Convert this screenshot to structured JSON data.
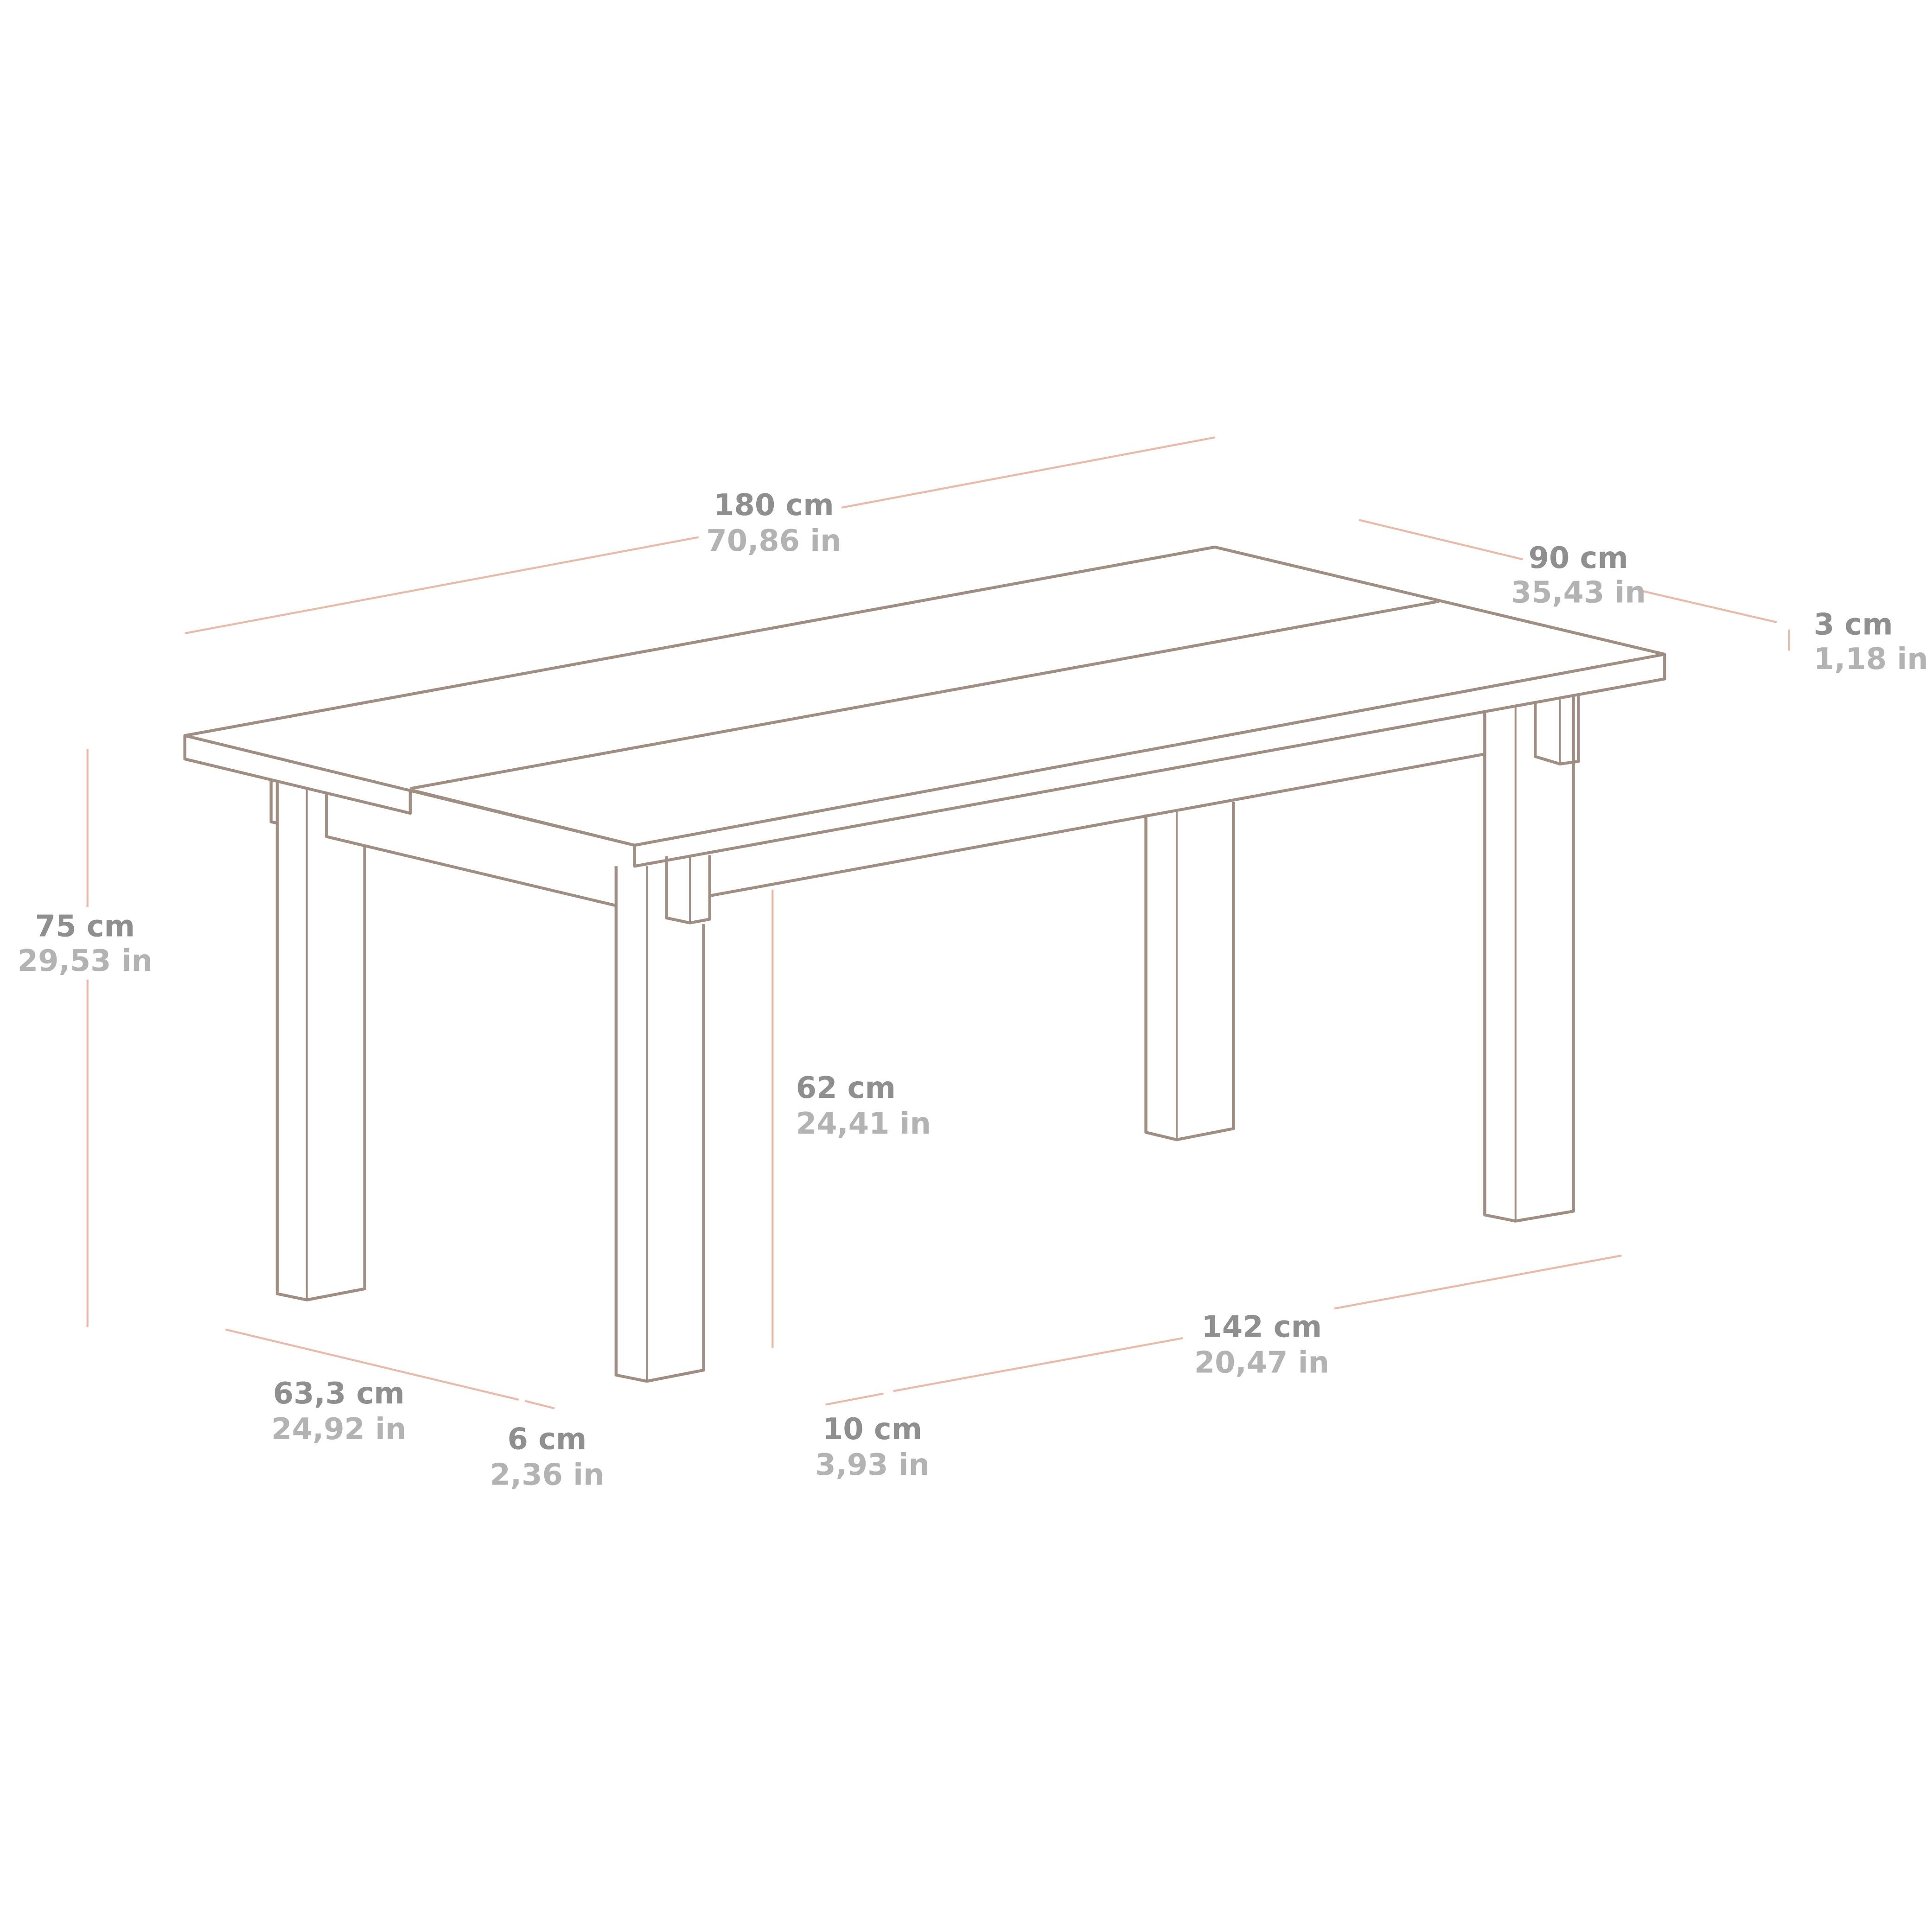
{
  "colors": {
    "outline": "#a08e82",
    "dimension_line": "#ebb9a8",
    "metric_text": "#8f8f8f",
    "imperial_text": "#b3b3b3"
  },
  "dimensions": {
    "length": {
      "cm": "180 cm",
      "in": "70,86 in"
    },
    "width": {
      "cm": "90 cm",
      "in": "35,43 in"
    },
    "top_thickness": {
      "cm": "3 cm",
      "in": "1,18 in"
    },
    "height": {
      "cm": "75 cm",
      "in": "29,53 in"
    },
    "clearance": {
      "cm": "62 cm",
      "in": "24,41 in"
    },
    "inner_width": {
      "cm": "63,3 cm",
      "in": "24,92 in"
    },
    "leg_width": {
      "cm": "6 cm",
      "in": "2,36 in"
    },
    "overhang": {
      "cm": "10 cm",
      "in": "3,93 in"
    },
    "inner_length": {
      "cm": "142 cm",
      "in": "20,47 in"
    }
  }
}
